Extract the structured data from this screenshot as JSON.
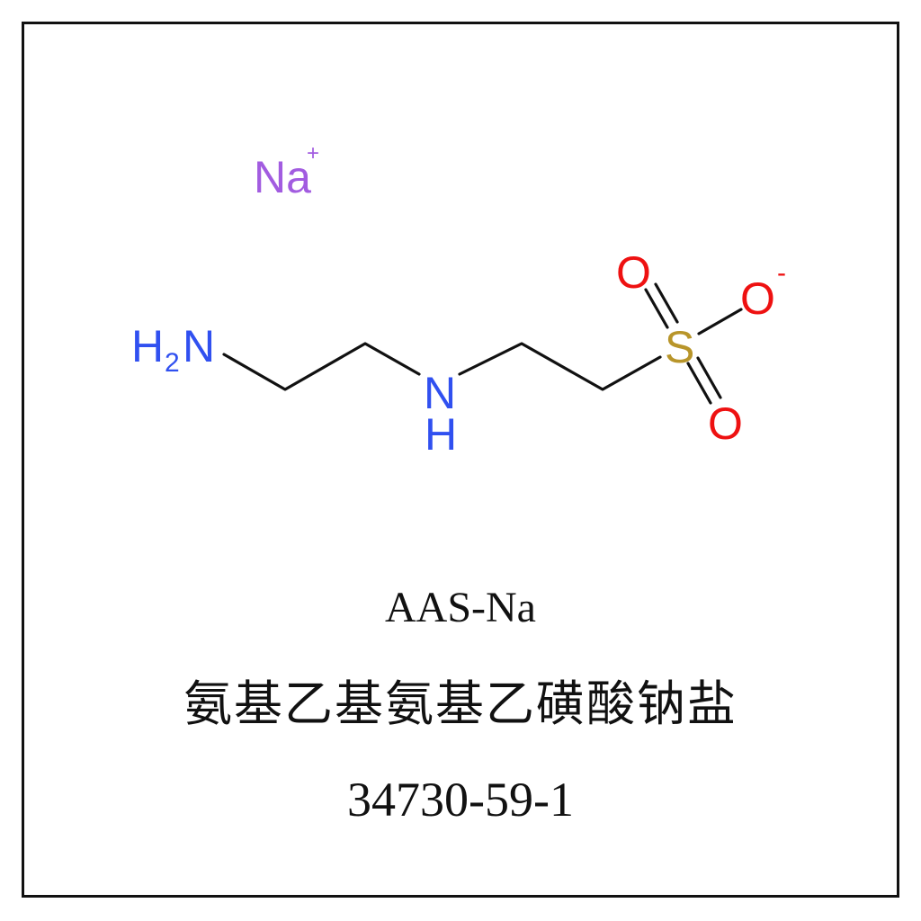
{
  "colors": {
    "frame": "#111111",
    "bond": "#111111",
    "nitrogen": "#3050f0",
    "sodium": "#a25ce0",
    "sulfur": "#b8952a",
    "oxygen": "#ee1111",
    "text": "#111111"
  },
  "molecule": {
    "counter_ion": {
      "symbol": "Na",
      "charge": "+"
    },
    "atoms": {
      "amine_h": "H",
      "amine_subscript": "2",
      "amine_n": "N",
      "imine_n": "N",
      "imine_h": "H",
      "sulfur": "S",
      "oxygen_top": "O",
      "oxygen_anion": "O",
      "oxygen_anion_charge": "-",
      "oxygen_bottom": "O"
    },
    "bonds": [
      {
        "from": "N(amine)",
        "to": "C1",
        "order": 1
      },
      {
        "from": "C1",
        "to": "C2",
        "order": 1
      },
      {
        "from": "C2",
        "to": "N(H)",
        "order": 1
      },
      {
        "from": "N(H)",
        "to": "C3",
        "order": 1
      },
      {
        "from": "C3",
        "to": "C4",
        "order": 1
      },
      {
        "from": "C4",
        "to": "S",
        "order": 1
      },
      {
        "from": "S",
        "to": "O(top)",
        "order": 2
      },
      {
        "from": "S",
        "to": "O(-)",
        "order": 1
      },
      {
        "from": "S",
        "to": "O(bottom)",
        "order": 2
      }
    ]
  },
  "captions": {
    "abbreviation": "AAS-Na",
    "chinese_name": "氨基乙基氨基乙磺酸钠盐",
    "cas_number": "34730-59-1"
  }
}
